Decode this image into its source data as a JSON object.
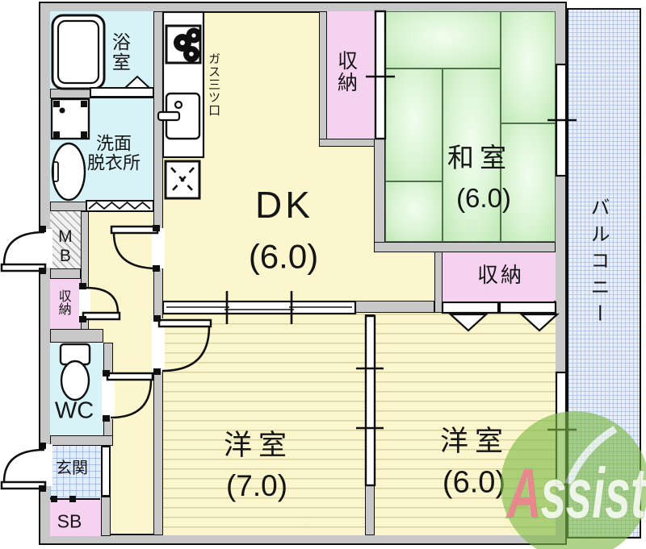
{
  "floorplan": {
    "rooms": {
      "bath": {
        "label": "浴室"
      },
      "washroom": {
        "label_line1": "洗面",
        "label_line2": "脱衣所"
      },
      "dk": {
        "label": "DK",
        "size": "(6.0)"
      },
      "storage_top": {
        "label": "収納"
      },
      "washitsu": {
        "label": "和室",
        "size": "(6.0)"
      },
      "storage_mid": {
        "label": "収納"
      },
      "balcony": {
        "label": "バルコニー"
      },
      "mb": {
        "label": "MB"
      },
      "storage_hall": {
        "label": "収納"
      },
      "wc": {
        "label": "WC"
      },
      "genkan": {
        "label": "玄関"
      },
      "shoebox": {
        "label": "SB"
      },
      "bedroom_7": {
        "label": "洋室",
        "size": "(7.0)"
      },
      "bedroom_6": {
        "label": "洋室",
        "size": "(6.0)"
      }
    },
    "annotations": {
      "stove": "ガス三ツ口"
    },
    "watermark": {
      "text": "Assist",
      "accent_letter": "A"
    },
    "colors": {
      "wall_gray": "#c8c8c8",
      "floor_yellow": "#fbf6cd",
      "wet_cyan": "#d7f3f7",
      "storage_pink": "#f6d2f1",
      "tatami_green": "#cfeec6",
      "balcony_blue": "#e8effa",
      "watermark_green": "#85bb4d",
      "watermark_accent": "#e4707c"
    }
  }
}
